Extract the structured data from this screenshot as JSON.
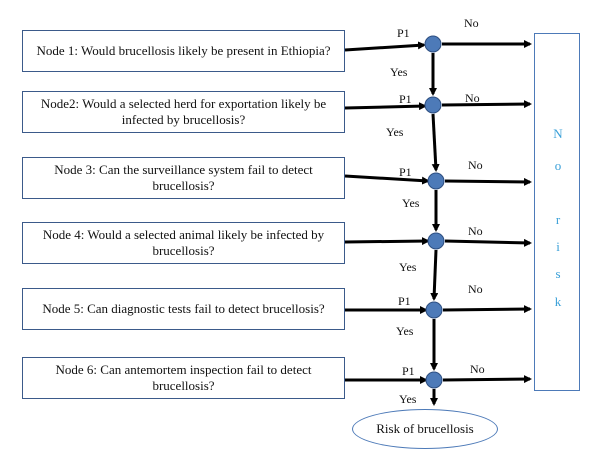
{
  "nodes": [
    {
      "text": "Node 1: Would brucellosis likely be present in Ethiopia?",
      "p": "P1",
      "no": "No",
      "yes": "Yes"
    },
    {
      "text": "Node2: Would a selected herd for exportation likely be infected by brucellosis?",
      "p": "P1",
      "no": "No",
      "yes": "Yes"
    },
    {
      "text": "Node 3: Can the surveillance system fail to detect brucellosis?",
      "p": "P1",
      "no": "No",
      "yes": "Yes"
    },
    {
      "text": "Node 4: Would a selected animal likely be infected by brucellosis?",
      "p": "",
      "no": "No",
      "yes": "Yes"
    },
    {
      "text": "Node 5: Can diagnostic tests fail to detect brucellosis?",
      "p": "P1",
      "no": "No",
      "yes": "Yes"
    },
    {
      "text": "Node 6: Can antemortem inspection fail to detect brucellosis?",
      "p": "P1",
      "no": "No",
      "yes": "Yes"
    }
  ],
  "no_risk": [
    "N",
    "o",
    "r",
    "i",
    "s",
    "k"
  ],
  "outcome": "Risk of brucellosis",
  "colors": {
    "circle": "#4d7ab8",
    "box_border": "#3b5a8a",
    "no_risk_text": "#3aa0d8"
  }
}
